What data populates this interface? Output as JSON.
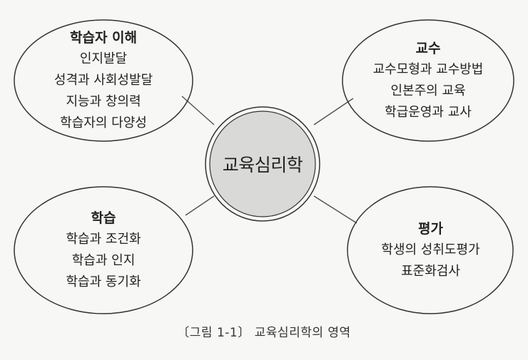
{
  "center": {
    "label": "교육심리학"
  },
  "nodes": {
    "top_left": {
      "title": "학습자 이해",
      "items": [
        "인지발달",
        "성격과 사회성발달",
        "지능과 창의력",
        "학습자의 다양성"
      ]
    },
    "top_right": {
      "title": "교수",
      "items": [
        "교수모형과 교수방법",
        "인본주의 교육",
        "학급운영과 교사"
      ]
    },
    "bottom_left": {
      "title": "학습",
      "items": [
        "학습과 조건화",
        "학습과 인지",
        "학습과 동기화"
      ]
    },
    "bottom_right": {
      "title": "평가",
      "items": [
        "학생의 성취도평가",
        "표준화검사"
      ]
    }
  },
  "caption": "〔그림 1-1〕 교육심리학의 영역",
  "colors": {
    "center_fill": "#d9d9d7",
    "stroke": "#333333"
  }
}
